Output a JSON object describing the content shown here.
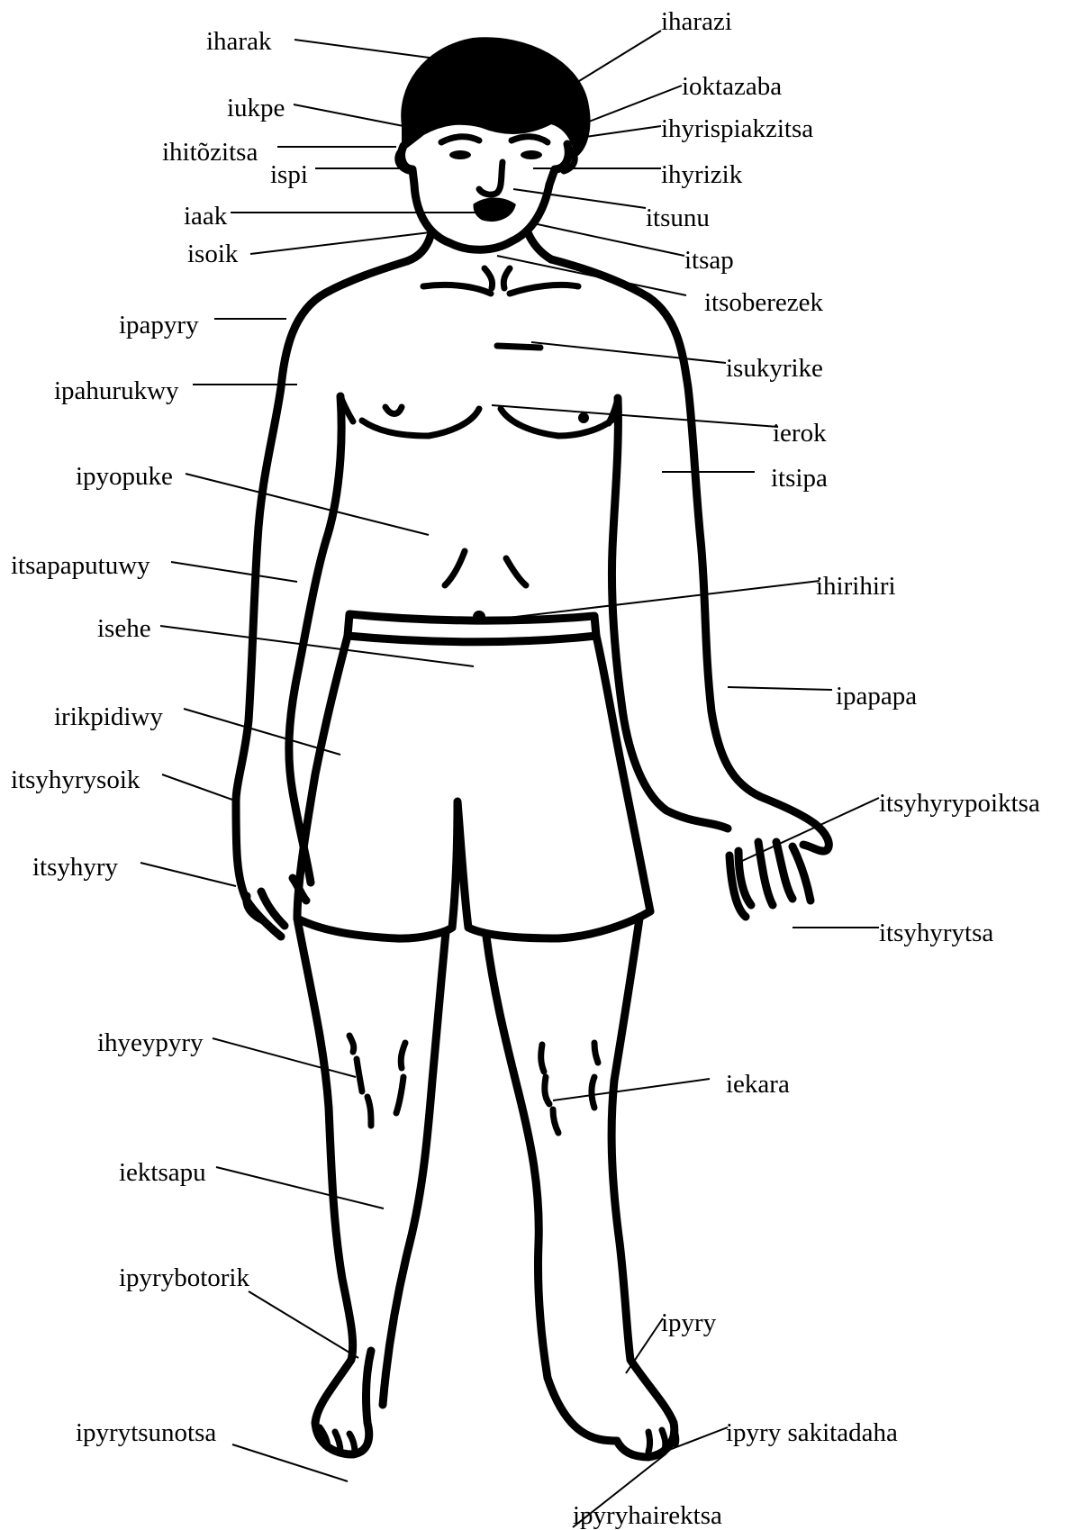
{
  "labels": {
    "iharak": "iharak",
    "iharazi": "iharazi",
    "ioktazaba": "ioktazaba",
    "iukpe": "iukpe",
    "ihyrispiakzitsa": "ihyrispiakzitsa",
    "ihitozitsa": "ihitõzitsa",
    "ispi": "ispi",
    "ihyrizik": "ihyrizik",
    "iaak": "iaak",
    "itsunu": "itsunu",
    "isoik": "isoik",
    "itsap": "itsap",
    "itsoberezek": "itsoberezek",
    "ipapyry": "ipapyry",
    "isukyrike": "isukyrike",
    "ipahurukwy": "ipahurukwy",
    "ierok": "ierok",
    "ipyopuke": "ipyopuke",
    "itsipa": "itsipa",
    "itsapaputuwy": "itsapaputuwy",
    "ihirihiri": "ihirihiri",
    "isehe": "isehe",
    "ipapapa": "ipapapa",
    "irikpidiwy": "irikpidiwy",
    "itsyhyrysoik": "itsyhyrysoik",
    "itsyhyrypoiktsa": "itsyhyrypoiktsa",
    "itsyhyry": "itsyhyry",
    "itsyhyrytsa": "itsyhyrytsa",
    "ihyeypyry": "ihyeypyry",
    "iekara": "iekara",
    "iektsapu": "iektsapu",
    "ipyrybotorik": "ipyrybotorik",
    "ipyry": "ipyry",
    "ipyrytsunotsa": "ipyrytsunotsa",
    "ipyry_sakitadaha": "ipyry sakitadaha",
    "ipyryhairektsa": "ipyryhairektsa"
  }
}
